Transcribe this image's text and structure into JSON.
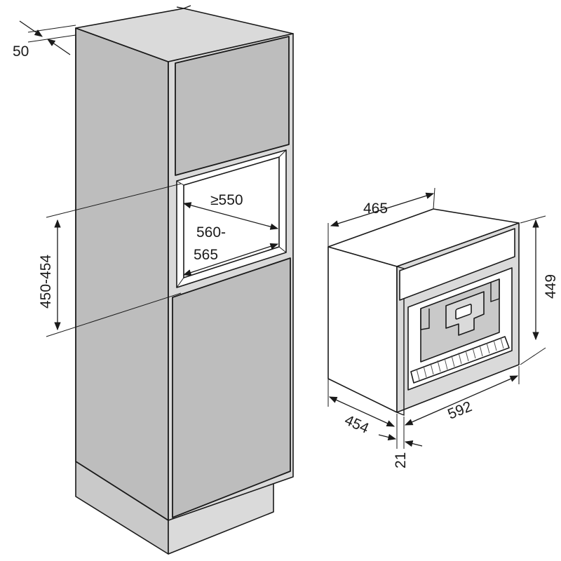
{
  "dimensions": {
    "cabinet_depth_offset": "50",
    "niche_depth": "≥550",
    "niche_width_top": "560-",
    "niche_width_bottom": "565",
    "niche_height": "450-454",
    "appliance_depth": "465",
    "appliance_height": "449",
    "appliance_body_depth": "454",
    "appliance_width": "592",
    "front_panel_thickness": "21"
  }
}
